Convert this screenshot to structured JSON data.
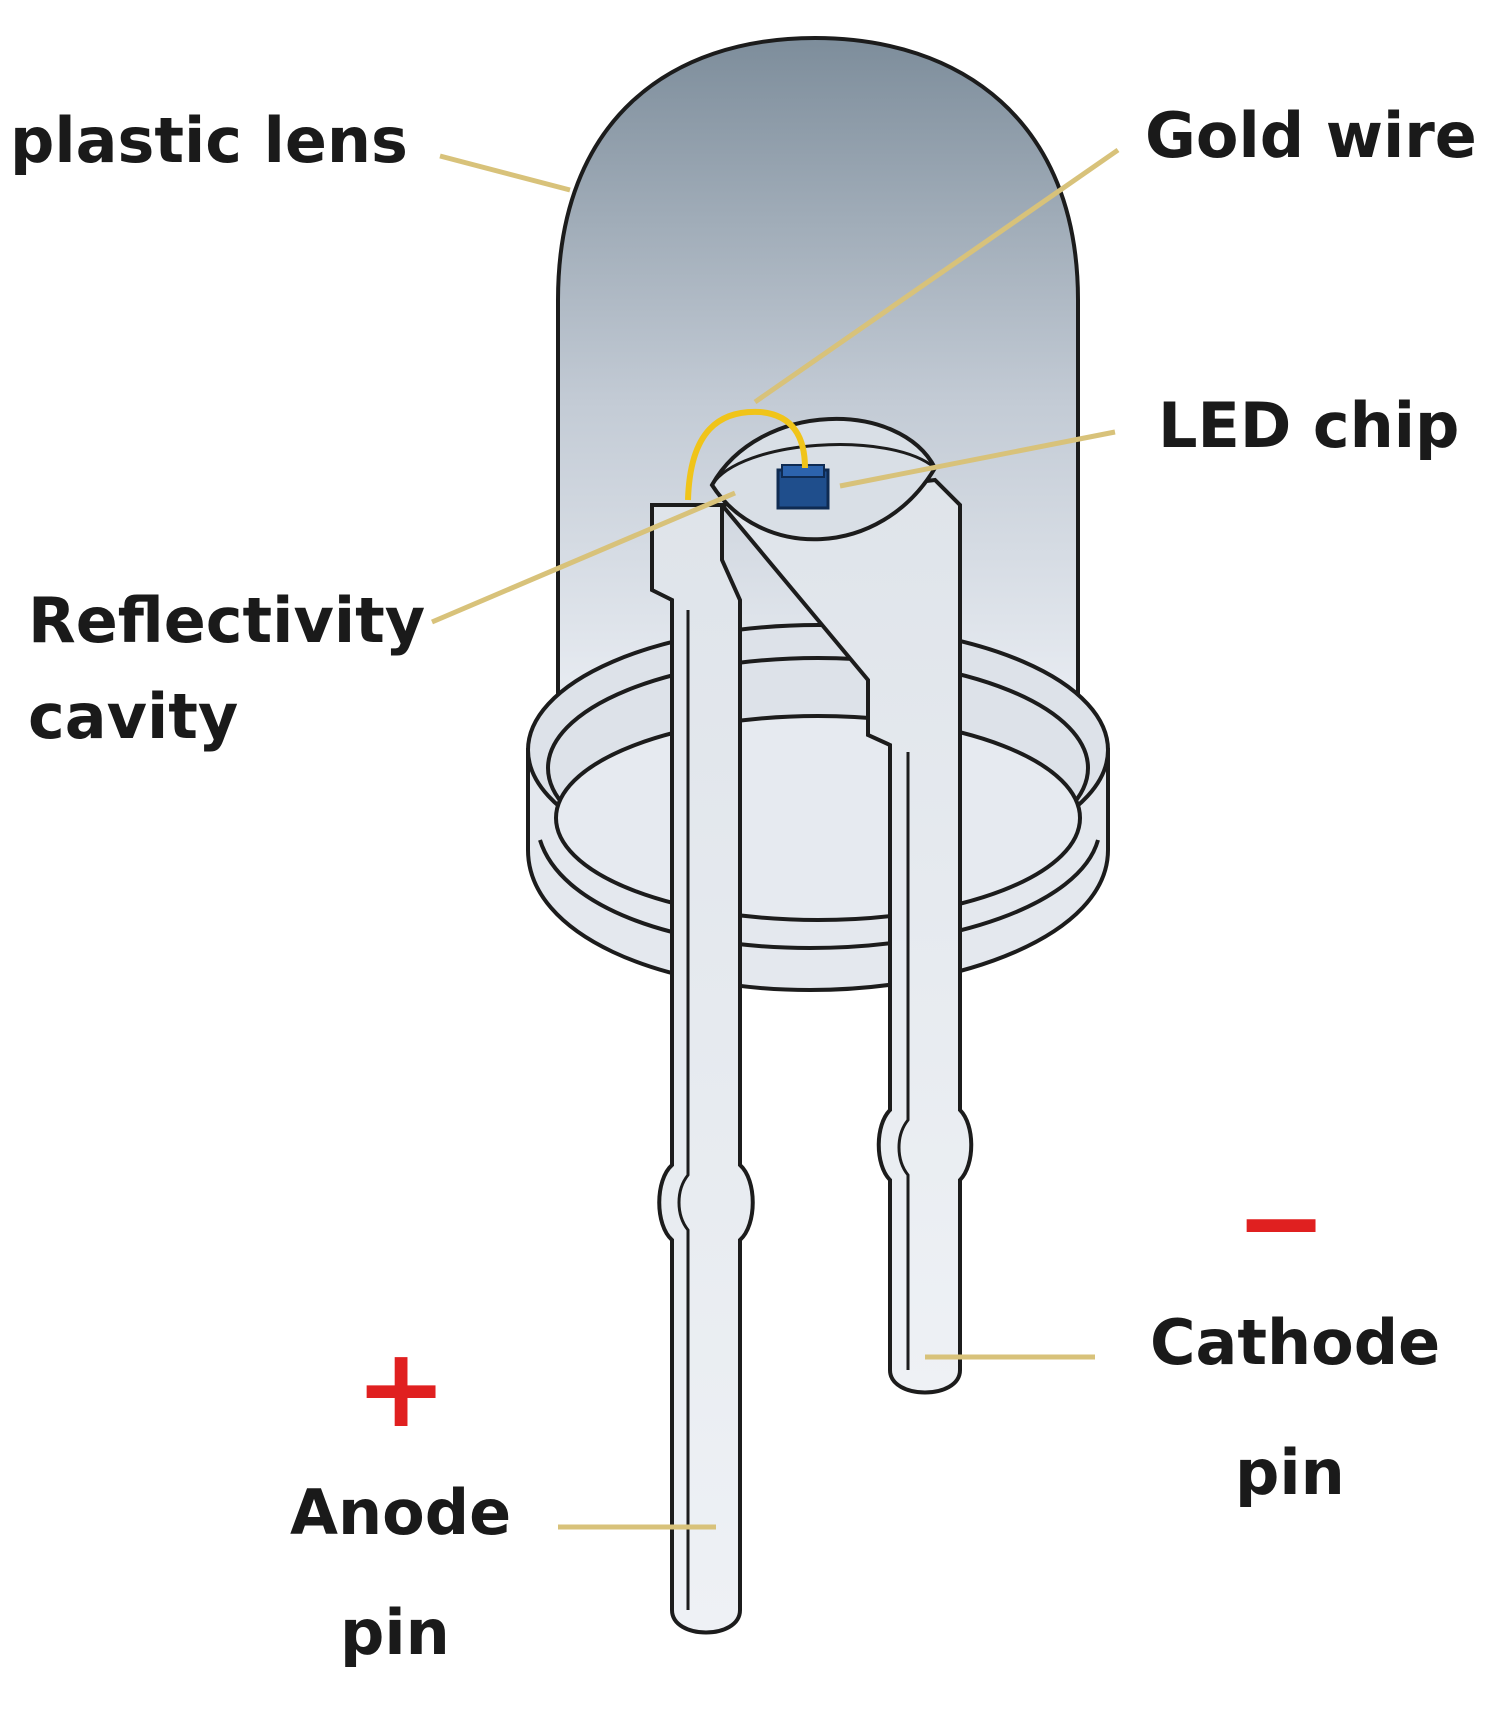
{
  "labels": {
    "plastic_lens": "plastic lens",
    "gold_wire": "Gold wire",
    "led_chip": "LED chip",
    "reflectivity_line1": "Reflectivity",
    "reflectivity_line2": "cavity",
    "anode_line1": "Anode",
    "anode_line2": "pin",
    "cathode_line1": "Cathode",
    "cathode_line2": "pin"
  },
  "polarity": {
    "anode_symbol": "+",
    "cathode_symbol": "−"
  },
  "colors": {
    "outline": "#1c1c1c",
    "leader_line": "#d8c27a",
    "gold_wire": "#f0c419",
    "chip": "#1f4e8c",
    "polarity_sign": "#e02020",
    "lens_top": "#7d8d9b",
    "lens_bottom": "#e8ecf2"
  }
}
